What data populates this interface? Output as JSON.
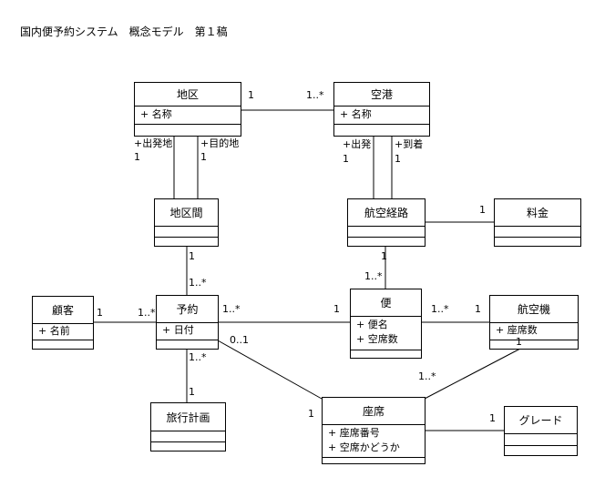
{
  "title": "国内便予約システム　概念モデル　第１稿",
  "classes": {
    "chiku": {
      "name": "地区",
      "attrs": [
        "+ 名称"
      ]
    },
    "kuko": {
      "name": "空港",
      "attrs": [
        "+ 名称"
      ]
    },
    "chikukan": {
      "name": "地区間",
      "attrs": []
    },
    "koku_keiro": {
      "name": "航空経路",
      "attrs": []
    },
    "ryokin": {
      "name": "料金",
      "attrs": []
    },
    "kokyaku": {
      "name": "顧客",
      "attrs": [
        "+ 名前"
      ]
    },
    "yoyaku": {
      "name": "予約",
      "attrs": [
        "+ 日付"
      ]
    },
    "bin": {
      "name": "便",
      "attrs": [
        "+ 便名",
        "+ 空席数"
      ]
    },
    "kokuki": {
      "name": "航空機",
      "attrs": [
        "+ 座席数"
      ]
    },
    "ryoko_keikaku": {
      "name": "旅行計画",
      "attrs": []
    },
    "zaseki": {
      "name": "座席",
      "attrs": [
        "+ 座席番号",
        "+ 空席かどうか"
      ]
    },
    "grade": {
      "name": "グレード",
      "attrs": []
    }
  },
  "labels": {
    "chiku_kuko_1": "1",
    "chiku_kuko_many": "1..*",
    "shuppatsuchi": "+出発地",
    "shuppatsuchi_mult": "1",
    "mokutekichi": "+目的地",
    "mokutekichi_mult": "1",
    "shuppatsu": "+出発",
    "shuppatsu_mult": "1",
    "tochaku": "+到着",
    "tochaku_mult": "1",
    "keiro_ryokin_1": "1",
    "chikukan_yoyaku_1": "1",
    "chikukan_yoyaku_many": "1..*",
    "keiro_bin_1": "1",
    "keiro_bin_many": "1..*",
    "kokyaku_yoyaku_1": "1",
    "kokyaku_yoyaku_many": "1..*",
    "yoyaku_bin_many": "1..*",
    "yoyaku_bin_1": "1",
    "bin_kokuki_many": "1..*",
    "bin_kokuki_1": "1",
    "yoyaku_zaseki_opt": "0..1",
    "yoyaku_zaseki_1": "1",
    "yoyaku_ryoko_many": "1..*",
    "yoyaku_ryoko_1": "1",
    "kokuki_zaseki_1": "1",
    "kokuki_zaseki_many": "1..*",
    "zaseki_grade_1": "1"
  }
}
